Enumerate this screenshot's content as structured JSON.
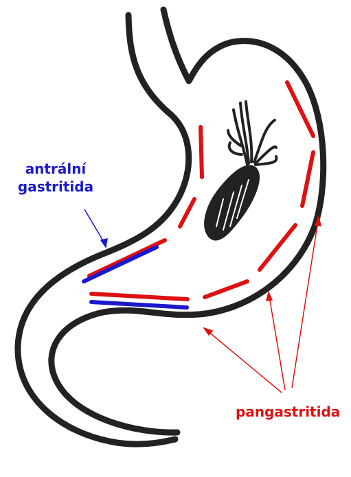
{
  "labels": {
    "antral_line1": "antrální",
    "antral_line2": "gastritida",
    "pangastritida": "pangastritida"
  },
  "colors": {
    "outline": "#222222",
    "antral": "#1a1acc",
    "pan": "#dd1111"
  }
}
